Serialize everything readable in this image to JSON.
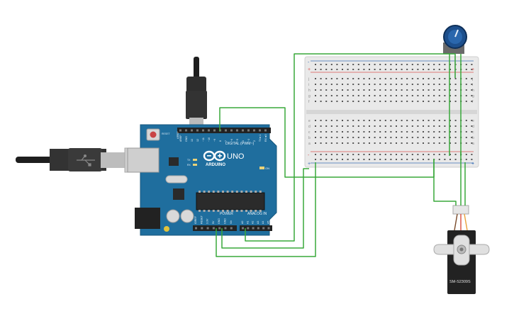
{
  "arduino": {
    "brand": "ARDUINO",
    "model": "UNO",
    "digital_label": "DIGITAL (PWM~)",
    "power_label": "POWER",
    "analog_label": "ANALOG IN",
    "on_label": "ON",
    "led_labels": [
      "TX",
      "RX"
    ],
    "reset_label": "RESET",
    "power_pins": [
      "IOREF",
      "RESET",
      "3.3V",
      "5V",
      "GND",
      "GND",
      "Vin"
    ],
    "analog_pins": [
      "A0",
      "A1",
      "A2",
      "A3",
      "A4",
      "A5"
    ],
    "digital_pins_top": [
      "AREF",
      "GND",
      "13",
      "12",
      "~11",
      "~10",
      "~9",
      "8"
    ],
    "digital_pins_right": [
      "7",
      "~6",
      "~5",
      "4",
      "~3",
      "2",
      "TX►1",
      "RX◄0"
    ],
    "chip_label": ""
  },
  "servo": {
    "label": "SM-S2309S"
  },
  "breadboard": {
    "row_letters_top": [
      "j",
      "i",
      "h",
      "g",
      "f"
    ],
    "row_letters_bottom": [
      "e",
      "d",
      "c",
      "b",
      "a"
    ],
    "plus": "+",
    "minus": "-"
  },
  "colors": {
    "board": "#1f6e9e",
    "board_dark": "#17577d",
    "wire": "#39a83a",
    "breadboard": "#e9e9e9",
    "rail_red": "#d9534f",
    "rail_blue": "#3b6fb6",
    "pot": "#1d4f8c"
  }
}
